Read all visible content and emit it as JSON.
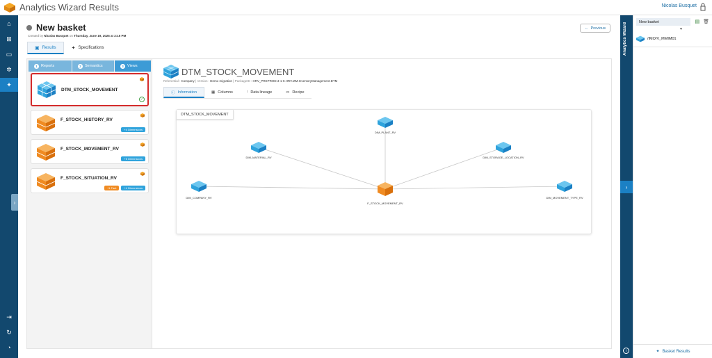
{
  "app": {
    "title": "Analytics Wizard Results",
    "user": "Nicolas Busquet"
  },
  "header": {
    "title": "New basket",
    "created_by_prefix": "Created by",
    "created_by": "Nicolas Busquet",
    "created_on_prefix": "on",
    "created_on": "Thursday, June 19, 2025 at 2:15 PM",
    "previous_label": "Previous"
  },
  "tabs": [
    {
      "label": "Results"
    },
    {
      "label": "Specifications"
    }
  ],
  "steps": [
    {
      "num": "1",
      "label": "Reports"
    },
    {
      "num": "2",
      "label": "Semantics"
    },
    {
      "num": "3",
      "label": "Views"
    }
  ],
  "cards": [
    {
      "name": "DTM_STOCK_MOVEMENT",
      "tags": []
    },
    {
      "name": "F_STOCK_HISTORY_RV",
      "tags": [
        "+4 Dimensions"
      ]
    },
    {
      "name": "F_STOCK_MOVEMENT_RV",
      "tags": [
        "+5 Dimensions"
      ]
    },
    {
      "name": "F_STOCK_SITUATION_RV",
      "tags": [
        "+1 Fact",
        "+4 Dimensions"
      ]
    }
  ],
  "detail": {
    "title": "DTM_STOCK_MOVEMENT",
    "referential_label": "Referential :",
    "referential": "Company",
    "version_label": "Version :",
    "version": "Demo migration",
    "package_label": "PackageID :",
    "package": "HRV_PREPROD.3-1-0.HRV.MM.InventoryManagement.DTM",
    "tabs": [
      {
        "label": "Information"
      },
      {
        "label": "Columns"
      },
      {
        "label": "Data lineage"
      },
      {
        "label": "Recipe"
      }
    ]
  },
  "diagram": {
    "title": "DTM_STOCK_MOVEMENT",
    "center": "F_STOCK_MOVEMENT_RV",
    "nodes": [
      "DIM_PLANT_RV",
      "DIM_MATERIAL_RV",
      "DIM_STORAGE_LOCATION_RV",
      "DIM_COMPANY_RV",
      "DIM_MOVEMENT_TYPE_RV"
    ]
  },
  "right_panel": {
    "vertical_title": "Analytics Wizard",
    "basket": "New basket",
    "item": "/IMO/V_MMIM01",
    "bottom_label": "Basket Results"
  },
  "colors": {
    "nav": "#12486e",
    "accent": "#1b80c4",
    "dimension": "#2fa3dc",
    "fact": "#f08b22",
    "highlight": "#d42b2b"
  }
}
